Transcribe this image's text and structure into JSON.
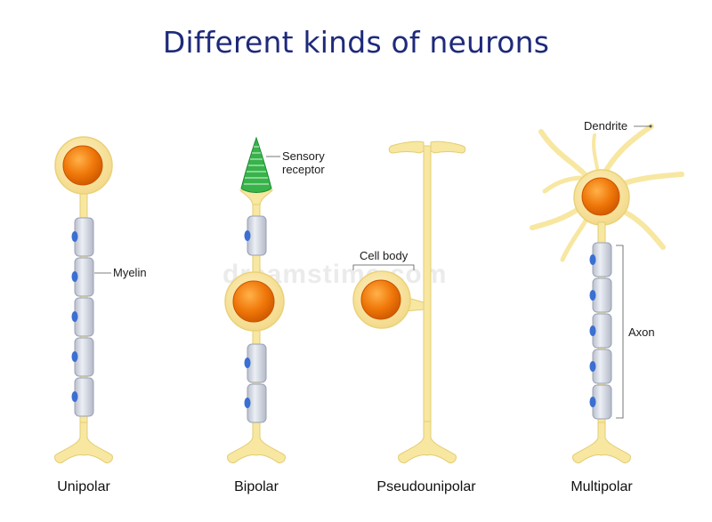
{
  "title": "Different kinds of neurons",
  "labels": {
    "myelin": "Myelin",
    "sensory_receptor_line1": "Sensory",
    "sensory_receptor_line2": "receptor",
    "cell_body": "Cell body",
    "dendrite": "Dendrite",
    "axon": "Axon"
  },
  "neuron_types": [
    "Unipolar",
    "Bipolar",
    "Pseudounipolar",
    "Multipolar"
  ],
  "watermark": "dreamstime.com",
  "colors": {
    "title": "#1e2a7a",
    "cytoplasm": "#f7e7a1",
    "cytoplasm_edge": "#e9d27a",
    "nucleus": "#f0780a",
    "nucleus_edge": "#c95500",
    "myelin": "#d9dde6",
    "myelin_edge": "#9aa2b4",
    "schwann_nucleus": "#3b6fd1",
    "receptor": "#37b34a"
  }
}
